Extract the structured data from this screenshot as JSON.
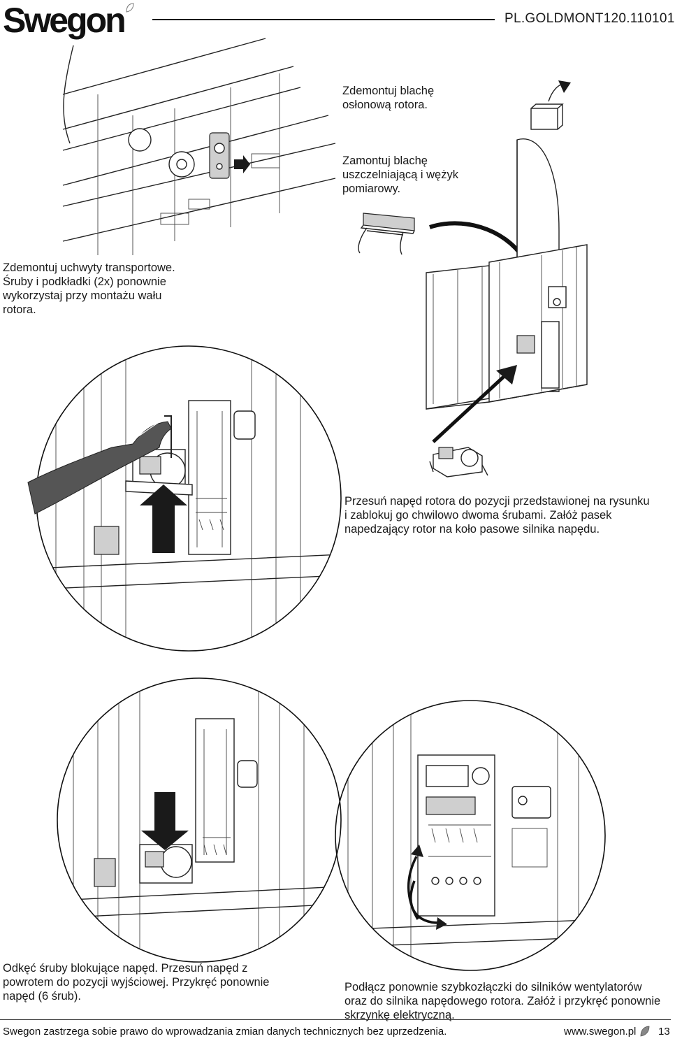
{
  "header": {
    "logo": "Swegon",
    "doc_code": "PL.GOLDMONT120.110101"
  },
  "captions": {
    "remove_cover": [
      "Zdemontuj blachę",
      "osłonową rotora."
    ],
    "mount_sealing": [
      "Zamontuj blachę",
      "uszczelniającą i wężyk",
      "pomiarowy."
    ],
    "remove_transport": [
      "Zdemontuj uchwyty transportowe.",
      "Śruby i podkładki (2x) ponownie",
      "wykorzystaj przy montażu wału",
      "rotora."
    ],
    "move_drive": [
      "Przesuń napęd rotora do pozycji przedstawionej na rysunku",
      "i zablokuj go chwilowo dwoma śrubami. Załóż pasek",
      "napedzający rotor na koło pasowe silnika napędu."
    ],
    "unscrew_drive": [
      "Odkęć śruby blokujące napęd. Przesuń napęd z",
      "powrotem do pozycji wyjściowej. Przykręć ponownie",
      "napęd (6 śrub)."
    ],
    "reconnect": [
      "Podłącz ponownie szybkozłączki do silników wentylatorów",
      "oraz do silnika napędowego rotora. Załóż i przykręć ponownie",
      "skrzynkę elektryczną."
    ]
  },
  "footer": {
    "disclaimer": "Swegon zastrzega sobie prawo do wprowadzania zmian danych technicznych bez uprzedzenia.",
    "url": "www.swegon.pl",
    "page": "13"
  },
  "icons": {
    "brand_leaf": "leaf-icon"
  },
  "colors": {
    "ink": "#1a1a1a",
    "glove": "#555555"
  }
}
